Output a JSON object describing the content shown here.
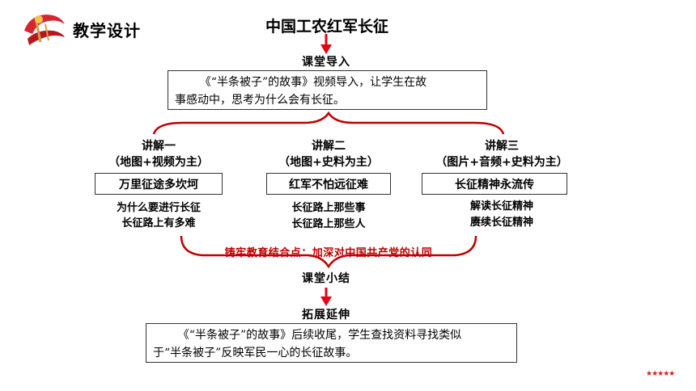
{
  "header": {
    "section_title": "教学设计",
    "main_title": "中国工农红军长征"
  },
  "intro": {
    "label": "课堂导入",
    "text_line1": "《“半条被子”的故事》视频导入，让学生在故",
    "text_line2": "事感动中，思考为什么会有长征。"
  },
  "lectures": [
    {
      "title": "讲解一",
      "method": "（地图+视频为主）",
      "topic": "万里征途多坎坷",
      "points": [
        "为什么要进行长征",
        "长征路上有多难"
      ]
    },
    {
      "title": "讲解二",
      "method": "（地图+史料为主）",
      "topic": "红军不怕远征难",
      "points": [
        "长征路上那些事",
        "长征路上那些人"
      ]
    },
    {
      "title": "讲解三",
      "method": "（图片+音频+史料为主）",
      "topic": "长征精神永流传",
      "points": [
        "解读长征精神",
        "赓续长征精神"
      ]
    }
  ],
  "connection_point": "铸牢教育结合点：加深对中国共产党的认同",
  "summary": {
    "label": "课堂小结"
  },
  "extension": {
    "label": "拓展延伸",
    "text_line1": "《“半条被子”的故事》后续收尾，学生查找资料寻找类似",
    "text_line2": "于“半条被子”反映军民一心的长征故事。"
  },
  "footer": {
    "stars": "★★★★★"
  },
  "colors": {
    "accent_red": "#c00000",
    "arrow_red": "#e60012"
  }
}
